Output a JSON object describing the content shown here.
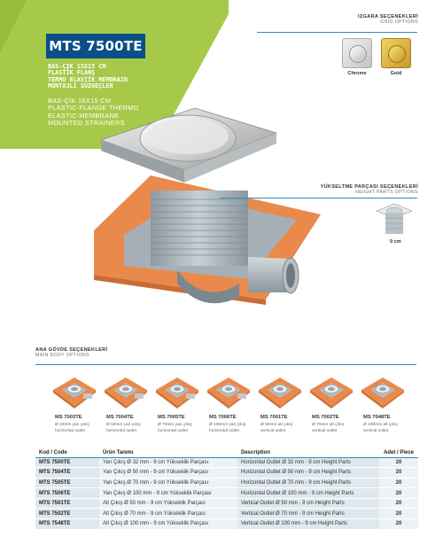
{
  "product": {
    "title": "MTS 7500TE",
    "tr_lines": [
      "BAS-ÇIK 15x15 cm",
      "PLASTİK FLANŞ",
      "TERMO ELASTİK MEMBRAIN",
      "MONTAJLI SÜZGEÇLER"
    ],
    "en_lines": [
      "BAS-ÇIK 15x15 cm",
      "PLASTIC FLANGE THERMO",
      "ELASTIC MEMBRANE",
      "MOUNTED STRAINERS"
    ]
  },
  "grid_options": {
    "title": "IZGARA SEÇENEKLERİ",
    "subtitle": "GRID OPTIONS",
    "items": [
      {
        "label": "Chrome",
        "color": "#c8c8c8"
      },
      {
        "label": "Gold",
        "color": "#d9ad3c"
      }
    ]
  },
  "height_parts": {
    "title": "YÜKSELTME PARÇASI SEÇENEKLERİ",
    "subtitle": "HEIGHT PARTS OPTIONS",
    "item_label": "9 cm"
  },
  "body_options": {
    "title": "ANA GÖVDE SEÇENEKLERİ",
    "subtitle": "MAIN BODY OPTIONS",
    "items": [
      {
        "code": "MS 7003TE",
        "tr": "Ø 32mm yan çıkış",
        "en": "horizontal outlet"
      },
      {
        "code": "MS 7004TE",
        "tr": "Ø 50mm yan çıkış",
        "en": "horizontal outlet"
      },
      {
        "code": "MS 7005TE",
        "tr": "Ø 70mm yan çıkış",
        "en": "horizontal outlet"
      },
      {
        "code": "MS 7006TE",
        "tr": "Ø 100mm yan çıkış",
        "en": "horizontal outlet"
      },
      {
        "code": "MS 7001TE",
        "tr": "Ø 50mm alt çıkış",
        "en": "vertical outlet"
      },
      {
        "code": "MS 7002TE",
        "tr": "Ø 70mm alt çıkış",
        "en": "vertical outlet"
      },
      {
        "code": "MS 7048TE",
        "tr": "Ø 100mm alt çıkış",
        "en": "vertical outlet"
      }
    ]
  },
  "table": {
    "headers": {
      "code": "Kod / Code",
      "tr": "Ürün Tanımı",
      "en": "Description",
      "qty": "Adet / Piece"
    },
    "rows": [
      {
        "code": "MTS 7500TE",
        "tr": "Yan Çıkış Ø 32 mm - 9 cm Yükseklik Parçası",
        "en": "Horizontal Outlet Ø 32 mm - 9 cm Height Parts",
        "qty": "20"
      },
      {
        "code": "MTS 7504TE",
        "tr": "Yan Çıkış Ø 50 mm - 9 cm Yükseklik Parçası",
        "en": "Horizontal Outlet Ø 50 mm - 9 cm Height Parts",
        "qty": "20"
      },
      {
        "code": "MTS 7505TE",
        "tr": "Yan Çıkış Ø 70 mm - 9 cm Yükseklik Parçası",
        "en": "Horizontal Outlet Ø 70 mm - 9 cm Height Parts",
        "qty": "20"
      },
      {
        "code": "MTS 7506TE",
        "tr": "Yan Çıkış Ø 100 mm - 9 cm Yükseklik Parçası",
        "en": "Horizontal Outlet Ø 100 mm - 9 cm Height Parts",
        "qty": "20"
      },
      {
        "code": "MTS 7501TE",
        "tr": "Alt Çıkış Ø 50 mm - 9 cm Yükseklik Parçası",
        "en": "Vertical Outlet Ø 50 mm - 9 cm Height Parts",
        "qty": "20"
      },
      {
        "code": "MTS 7502TE",
        "tr": "Alt Çıkış Ø 70 mm - 9 cm Yükseklik Parçası",
        "en": "Vertical Outlet Ø 70 mm - 9 cm Height Parts",
        "qty": "20"
      },
      {
        "code": "MTS 7548TE",
        "tr": "Alt Çıkış Ø 100 mm - 9 cm Yükseklik Parçası",
        "en": "Vertical Outlet Ø 100 mm - 9 cm Height Parts",
        "qty": "20"
      }
    ]
  },
  "colors": {
    "banner_green": "#a7c94a",
    "title_blue": "#0b4f87",
    "accent_line": "#2a8fb6",
    "membrane_orange": "#e98a4c"
  }
}
